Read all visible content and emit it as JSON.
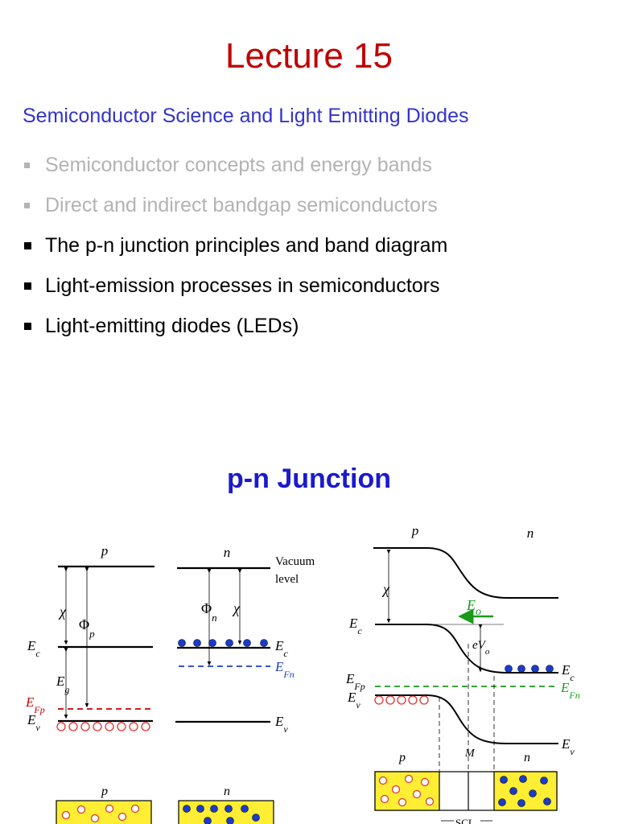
{
  "slide": {
    "title": "Lecture 15",
    "subtitle": "Semiconductor Science and Light Emitting Diodes",
    "bullets": [
      {
        "text": "Semiconductor concepts and energy bands",
        "state": "faded"
      },
      {
        "text": "Direct and indirect bandgap semiconductors",
        "state": "faded"
      },
      {
        "text": "The p-n junction principles and band diagram",
        "state": "active"
      },
      {
        "text": "Light-emission processes in semiconductors",
        "state": "active"
      },
      {
        "text": "Light-emitting diodes (LEDs)",
        "state": "active"
      }
    ]
  },
  "junction": {
    "heading": "p-n Junction",
    "left": {
      "p_label": "p",
      "n_label": "n",
      "vacuum_level": [
        "Vacuum",
        "level"
      ],
      "chi": "χ",
      "phi_p": {
        "main": "Φ",
        "sub": "p"
      },
      "phi_n": {
        "main": "Φ",
        "sub": "n"
      },
      "ec": {
        "main": "E",
        "sub": "c"
      },
      "ev": {
        "main": "E",
        "sub": "v"
      },
      "eg": {
        "main": "E",
        "sub": "g"
      },
      "efp": {
        "main": "E",
        "sub": "Fp"
      },
      "efn": {
        "main": "E",
        "sub": "Fn"
      }
    },
    "right": {
      "p_label": "p",
      "n_label": "n",
      "chi": "χ",
      "ec": {
        "main": "E",
        "sub": "c"
      },
      "ev": {
        "main": "E",
        "sub": "v"
      },
      "efp": {
        "main": "E",
        "sub": "Fp"
      },
      "efn": {
        "main": "E",
        "sub": "Fn"
      },
      "eo": {
        "main": "E",
        "sub": "o"
      },
      "evo": {
        "main": "eV",
        "sub": "o"
      },
      "m_label": "M",
      "scl_label": "SCL"
    }
  },
  "colors": {
    "title": "#c00000",
    "subtitle": "#3333cc",
    "heading": "#1a1acc",
    "faded": "#b3b3b3",
    "hole": "#e03030",
    "electron": "#1a3ccc",
    "efp_red": "#cc0000",
    "efn_blue": "#1a3ccc",
    "fermi_green": "#1a9a1a",
    "block_fill": "#ffee33"
  }
}
